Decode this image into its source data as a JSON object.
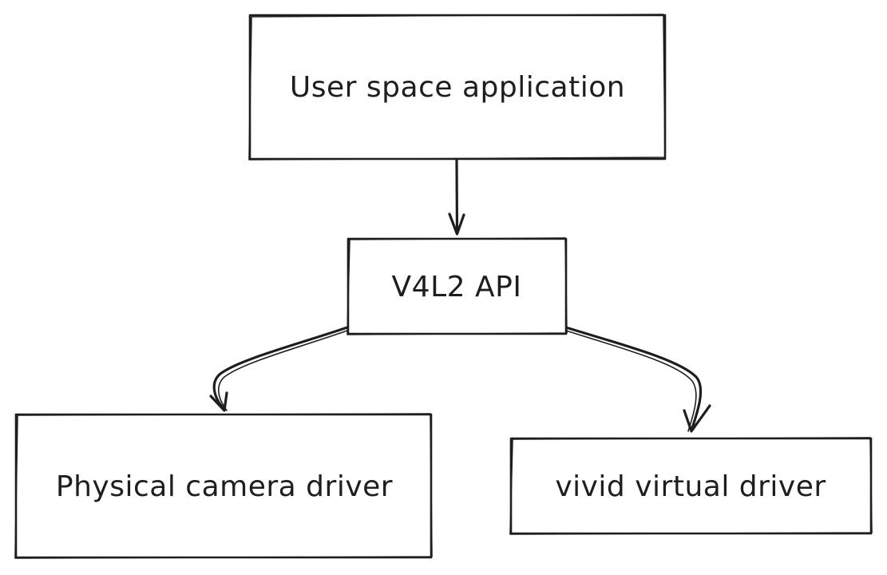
{
  "diagram": {
    "nodes": [
      {
        "id": "user-space",
        "label": "User space application"
      },
      {
        "id": "v4l2-api",
        "label": "V4L2 API"
      },
      {
        "id": "physical-driver",
        "label": "Physical camera driver"
      },
      {
        "id": "vivid-driver",
        "label": "vivid virtual driver"
      }
    ],
    "edges": [
      {
        "from": "user-space",
        "to": "v4l2-api"
      },
      {
        "from": "v4l2-api",
        "to": "physical-driver"
      },
      {
        "from": "v4l2-api",
        "to": "vivid-driver"
      }
    ],
    "colors": {
      "stroke": "#1e1e1e",
      "background": "#ffffff"
    }
  }
}
